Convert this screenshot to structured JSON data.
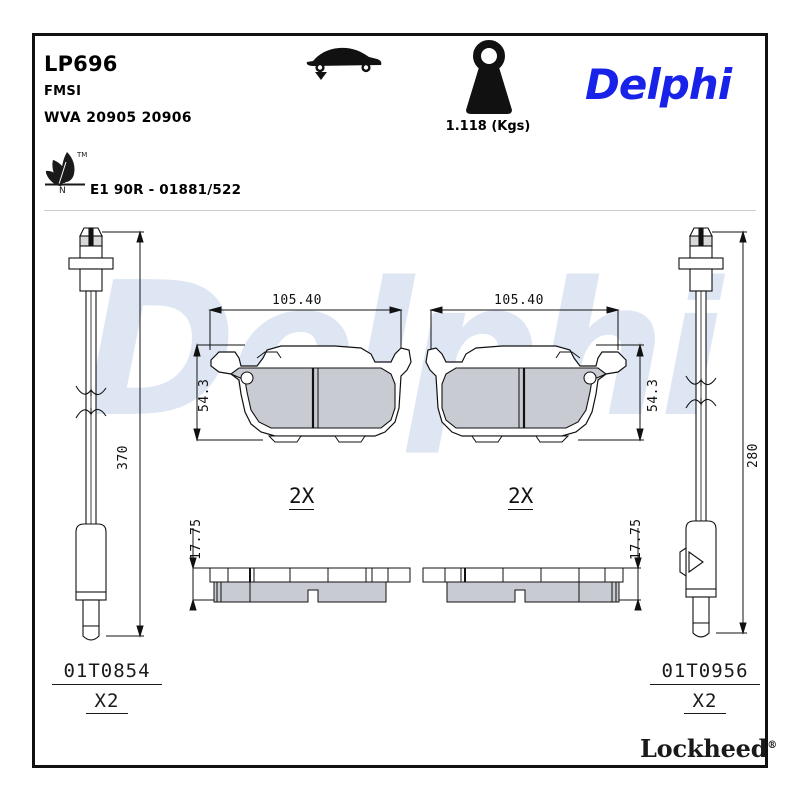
{
  "document": {
    "type": "brake-pad-technical-datasheet"
  },
  "header": {
    "part_number": "LP696",
    "fmsi_label": "FMSI",
    "fmsi_value": "",
    "wva": "WVA 20905 20906",
    "homologation": "E1 90R - 01881/522",
    "eco_leaf_trademark": "TM",
    "eco_leaf_letter": "N",
    "weight": "1.118 (Kgs)",
    "brand": "Delphi",
    "icons": {
      "vehicle": "car-side-icon",
      "weight": "weight-kettlebell-icon",
      "eco": "eco-leaf-icon"
    }
  },
  "watermark": {
    "text": "Delphi",
    "color": "#dde6f2"
  },
  "pads": [
    {
      "id": "pad-left",
      "width_mm": "105.40",
      "height_mm": "54.3",
      "thickness_mm": "17.75",
      "quantity": "2X"
    },
    {
      "id": "pad-right",
      "width_mm": "105.40",
      "height_mm": "54.3",
      "thickness_mm": "17.75",
      "quantity": "2X"
    }
  ],
  "sensors": [
    {
      "id": "sensor-left",
      "length_mm": "370",
      "part_code": "01T0854",
      "quantity": "X2"
    },
    {
      "id": "sensor-right",
      "length_mm": "280",
      "part_code": "01T0956",
      "quantity": "X2"
    }
  ],
  "footer": {
    "brand": "Lockheed",
    "registered_mark": "®"
  },
  "colors": {
    "delphi_blue": "#1922e8",
    "line": "#111111",
    "pad_friction_fill": "#c8ccd2",
    "pad_backing_fill": "#ffffff",
    "watermark": "#dde6f2"
  }
}
